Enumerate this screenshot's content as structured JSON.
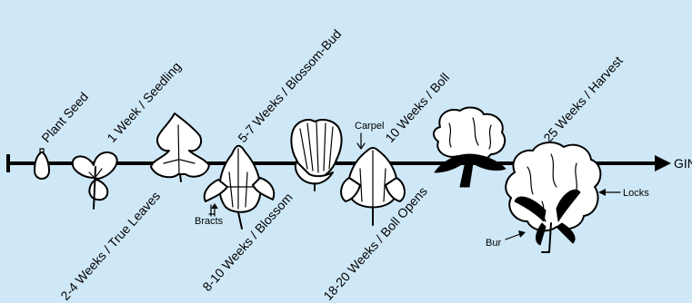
{
  "timeline": {
    "end_label": "GIN",
    "stages": [
      "Plant Seed",
      "1 Week / Seedling",
      "2-4 Weeks / True Leaves",
      "5-7 Weeks / Blossom-Bud",
      "8-10 Weeks / Blossom",
      "10 Weeks / Boll",
      "18-20 Weeks / Boll Opens",
      "25 Weeks / Harvest"
    ]
  },
  "callouts": {
    "bracts": "Bracts",
    "carpel": "Carpel",
    "bur": "Bur",
    "locks": "Locks"
  },
  "colors": {
    "background": "#cfe8f7",
    "ink": "#000000",
    "fill": "#ffffff"
  }
}
